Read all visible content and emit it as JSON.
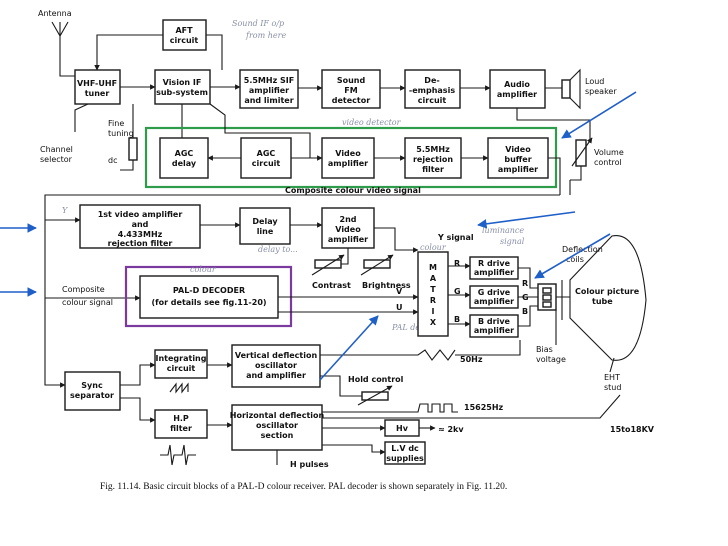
{
  "blocks": {
    "tuner": [
      "VHF-UHF",
      "tuner"
    ],
    "aft": [
      "AFT",
      "circuit"
    ],
    "vision_if": [
      "Vision IF",
      "sub-system"
    ],
    "sif": [
      "5.5MHz SIF",
      "amplifier",
      "and limiter"
    ],
    "sound": [
      "Sound",
      "FM",
      "detector"
    ],
    "deemph": [
      "De-",
      "-emphasis",
      "circuit"
    ],
    "audio": [
      "Audio",
      "amplifier"
    ],
    "agc_delay": [
      "AGC",
      "delay"
    ],
    "agc_circuit": [
      "AGC",
      "circuit"
    ],
    "video_amp": [
      "Video",
      "amplifier"
    ],
    "rej_filter": [
      "5.5MHz",
      "rejection",
      "filter"
    ],
    "buffer": [
      "Video",
      "buffer",
      "amplifier"
    ],
    "first_video": [
      "1st video amplifier",
      "and",
      "4.433MHz",
      "rejection filter"
    ],
    "delay": [
      "Delay",
      "line"
    ],
    "second_video": [
      "2nd",
      "Video",
      "amplifier"
    ],
    "pal_decoder": [
      "PAL-D DECODER",
      "(for details see fig.11-20)"
    ],
    "matrix": [
      "M",
      "A",
      "T",
      "R",
      "I",
      "X"
    ],
    "r_drive": [
      "R drive",
      "amplifier"
    ],
    "g_drive": [
      "G drive",
      "amplifier"
    ],
    "b_drive": [
      "B drive",
      "amplifier"
    ],
    "sync": [
      "Sync",
      "separator"
    ],
    "integrating": [
      "Integrating",
      "circuit"
    ],
    "vertical": [
      "Vertical deflection",
      "oscillator",
      "and amplifier"
    ],
    "hp": [
      "H.P",
      "filter"
    ],
    "horizontal": [
      "Horizontal deflection",
      "oscillator",
      "section"
    ],
    "hv": "Hv",
    "lv": [
      "L.V dc",
      "supplies"
    ]
  },
  "labels": {
    "antenna": "Antenna",
    "channel_selector_1": "Channel",
    "channel_selector_2": "selector",
    "fine_tuning_1": "Fine",
    "fine_tuning_2": "tuning",
    "dc": "dc",
    "loud": "Loud",
    "speaker": "speaker",
    "volume": "Volume",
    "control": "control",
    "composite_video": "Composite colour video signal",
    "composite_colour_1": "Composite",
    "composite_colour_2": "colour signal",
    "y_signal": "Y signal",
    "contrast": "Contrast",
    "brightness": "Brightness",
    "v": "V",
    "u": "U",
    "r": "R",
    "g": "G",
    "b": "B",
    "deflection": "Deflection",
    "coils": "coils",
    "colour_picture": "Colour picture",
    "tube": "tube",
    "bias": "Bias",
    "voltage": "voltage",
    "eht": "EHT",
    "stud": "stud",
    "hz50": "50Hz",
    "hold_control": "Hold control",
    "hz15625": "15625Hz",
    "kv2": "≈ 2kv",
    "kv15to18": "15to18KV",
    "h_pulses": "H pulses"
  },
  "annotations": {
    "aft_1": "Sound IF o/p",
    "aft_2": "from here",
    "aft_3": "",
    "video_detector": "video detector",
    "y": "Y",
    "delay": "delay to...",
    "luminance_1": "luminance",
    "luminance_2": "signal",
    "decoder": "colour",
    "pal_decoder": "PAL decoder",
    "matrix": "colour"
  },
  "caption": "Fig. 11.14. Basic circuit blocks of a PAL-D colour receiver. PAL decoder is shown separately in Fig. 11.20.",
  "colors": {
    "highlight_video_chain": "#2e9c4a",
    "highlight_pal_decoder": "#7a3a9e",
    "annotation_arrows": "#1f5fc8"
  }
}
